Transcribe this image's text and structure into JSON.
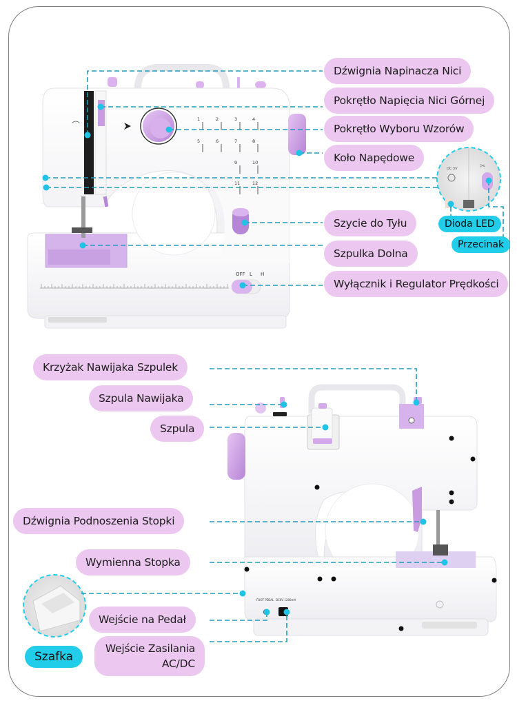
{
  "diagram": {
    "subject": "Mini sewing machine - labeled parts",
    "top_view": {
      "labels": [
        {
          "id": "thread-take-up-lever",
          "text": "Dźwignia Napinacza Nici"
        },
        {
          "id": "upper-thread-tension-dial",
          "text": "Pokrętło Napięcia Nici Górnej"
        },
        {
          "id": "pattern-selector-dial",
          "text": "Pokrętło Wyboru Wzorów"
        },
        {
          "id": "handwheel",
          "text": "Koło Napędowe"
        },
        {
          "id": "reverse-stitch",
          "text": "Szycie do Tyłu"
        },
        {
          "id": "bobbin",
          "text": "Szpulka Dolna"
        },
        {
          "id": "power-speed-switch",
          "text": "Wyłącznik i Regulator Prędkości"
        }
      ],
      "inset_tags": [
        {
          "id": "led-light",
          "text": "Dioda LED"
        },
        {
          "id": "thread-cutter",
          "text": "Przecinak"
        }
      ],
      "machine_markings": {
        "pattern_numbers": [
          "1",
          "2",
          "3",
          "4",
          "5",
          "6",
          "7",
          "8",
          "9",
          "10",
          "11",
          "12"
        ],
        "switch_positions": [
          "OFF",
          "L",
          "H"
        ],
        "led_marking": "DC 3V"
      }
    },
    "bottom_view": {
      "labels": [
        {
          "id": "bobbin-winder-stopper",
          "text": "Krzyżak Nawijaka Szpulek"
        },
        {
          "id": "bobbin-winder-spindle",
          "text": "Szpula Nawijaka"
        },
        {
          "id": "spool",
          "text": "Szpula"
        },
        {
          "id": "presser-foot-lever",
          "text": "Dźwignia Podnoszenia Stopki"
        },
        {
          "id": "interchangeable-foot",
          "text": "Wymienna Stopka"
        },
        {
          "id": "foot-pedal-input",
          "text": "Wejście na Pedał"
        },
        {
          "id": "power-input",
          "text": "Wejście Zasilania AC/DC",
          "line1": "Wejście Zasilania",
          "line2": "AC/DC"
        }
      ],
      "inset_tags": [
        {
          "id": "storage-drawer",
          "text": "Szafka"
        }
      ],
      "machine_markings": {
        "foot_pedal": "FOOT PEDAL",
        "power": "DC6V 1200mA"
      }
    },
    "colors": {
      "label_pill": "#ecc8f0",
      "inset_tag": "#22cdea",
      "leader_line": "#1f9bbd",
      "machine_accent": "#c99be0"
    }
  }
}
